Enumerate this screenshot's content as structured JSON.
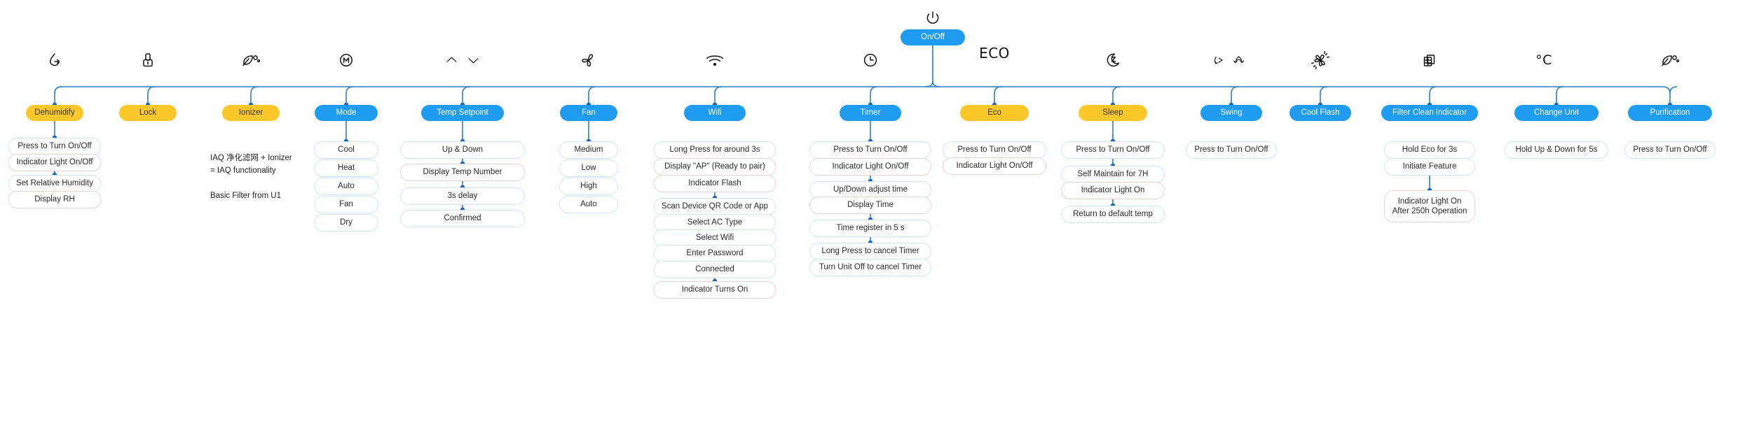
{
  "meta": {
    "root_label": "On/Off",
    "colors": {
      "blue": "#1f9bf0",
      "yellow": "#fbc72b",
      "wire": "#2b7fc4",
      "dot_blue": "#1565c0",
      "dot_green": "#2aa775",
      "border_blue": "#cfe4f5",
      "border_pink": "#f3cfcf",
      "border_green": "#cfead9",
      "text": "#2a2a2a"
    }
  },
  "notes": [
    {
      "id": "note-iaq",
      "text": "IAQ 净化滤网 + Ionizer\n= IAQ functionality"
    },
    {
      "id": "note-filter",
      "text": "Basic Filter from U1"
    }
  ],
  "branches": [
    {
      "id": "dehumidify",
      "label": "Dehumidify",
      "pill_color": "yellow",
      "icon": "humidity-icon",
      "steps": [
        {
          "label": "Press to Turn On/Off",
          "tone": "blue"
        },
        {
          "label": "Indicator Light On/Off",
          "tone": "pink"
        },
        {
          "label": "Set Relative Humidity",
          "tone": "blue"
        },
        {
          "label": "Display RH",
          "tone": "pink"
        }
      ]
    },
    {
      "id": "lock",
      "label": "Lock",
      "pill_color": "yellow",
      "icon": "lock-icon",
      "steps": []
    },
    {
      "id": "ionizer",
      "label": "Ionizer",
      "pill_color": "yellow",
      "icon": "leaf-ion-icon",
      "steps": []
    },
    {
      "id": "mode",
      "label": "Mode",
      "pill_color": "blue",
      "icon": "mode-m-icon",
      "steps": [
        {
          "label": "Cool",
          "tone": "blue"
        },
        {
          "label": "Heat",
          "tone": "blue"
        },
        {
          "label": "Auto",
          "tone": "blue"
        },
        {
          "label": "Fan",
          "tone": "blue"
        },
        {
          "label": "Dry",
          "tone": "blue"
        }
      ]
    },
    {
      "id": "temp-setpoint",
      "label": "Temp Setpoint",
      "pill_color": "blue",
      "icon": "chevron-up-down-icon",
      "steps": [
        {
          "label": "Up & Down",
          "tone": "blue"
        },
        {
          "label": "Display Temp Number",
          "tone": "pink"
        },
        {
          "label": "3s delay",
          "tone": "blue"
        },
        {
          "label": "Confirmed",
          "tone": "blue"
        }
      ]
    },
    {
      "id": "fan",
      "label": "Fan",
      "pill_color": "blue",
      "icon": "fan-icon",
      "steps": [
        {
          "label": "Medium",
          "tone": "blue"
        },
        {
          "label": "Low",
          "tone": "blue"
        },
        {
          "label": "High",
          "tone": "blue"
        },
        {
          "label": "Auto",
          "tone": "blue"
        }
      ]
    },
    {
      "id": "wifi",
      "label": "Wifi",
      "pill_color": "blue",
      "icon": "wifi-icon",
      "steps": [
        {
          "label": "Long Press for around 3s",
          "tone": "blue"
        },
        {
          "label": "Display \"AP\" (Ready to pair)",
          "tone": "pink"
        },
        {
          "label": "Indicator Flash",
          "tone": "pink"
        },
        {
          "label": "Scan Device QR Code or App",
          "tone": "green"
        },
        {
          "label": "Select AC Type",
          "tone": "green"
        },
        {
          "label": "Select Wifi",
          "tone": "green"
        },
        {
          "label": "Enter Password",
          "tone": "green"
        },
        {
          "label": "Connected",
          "tone": "green"
        },
        {
          "label": "Indicator Turns On",
          "tone": "pink"
        }
      ]
    },
    {
      "id": "timer",
      "label": "Timer",
      "pill_color": "blue",
      "icon": "clock-icon",
      "steps": [
        {
          "label": "Press to Turn On/Off",
          "tone": "blue"
        },
        {
          "label": "Indicator Light On/Off",
          "tone": "pink"
        },
        {
          "label": "Up/Down adjust time",
          "tone": "blue"
        },
        {
          "label": "Display Time",
          "tone": "pink"
        },
        {
          "label": "Time register in 5 s",
          "tone": "blue"
        },
        {
          "label": "Long Press to cancel Timer",
          "tone": "blue"
        },
        {
          "label": "Turn Unit Off to cancel Timer",
          "tone": "blue"
        }
      ]
    },
    {
      "id": "eco",
      "label": "Eco",
      "pill_color": "yellow",
      "icon": "eco-text-icon",
      "icon_text": "ECO",
      "steps": [
        {
          "label": "Press to Turn On/Off",
          "tone": "blue"
        },
        {
          "label": "Indicator Light On/Off",
          "tone": "pink"
        }
      ]
    },
    {
      "id": "sleep",
      "label": "Sleep",
      "pill_color": "yellow",
      "icon": "moon-z-icon",
      "steps": [
        {
          "label": "Press to Turn On/Off",
          "tone": "blue"
        },
        {
          "label": "Self Maintain for 7H",
          "tone": "blue"
        },
        {
          "label": "Indicator Light On",
          "tone": "pink"
        },
        {
          "label": "Return to default temp",
          "tone": "blue"
        }
      ]
    },
    {
      "id": "swing",
      "label": "Swing",
      "pill_color": "blue",
      "icon": "swing-icon",
      "steps": [
        {
          "label": "Press to Turn On/Off",
          "tone": "blue"
        }
      ]
    },
    {
      "id": "cool-flash",
      "label": "Cool Flash",
      "pill_color": "blue",
      "icon": "cool-flash-icon",
      "steps": []
    },
    {
      "id": "filter-clean-indicator",
      "label": "Filter Clean Indicator",
      "pill_color": "blue",
      "icon": "filter-icon",
      "steps": [
        {
          "label": "Hold Eco for 3s",
          "tone": "blue"
        },
        {
          "label": "Initiate Feature",
          "tone": "blue"
        },
        {
          "label": "Indicator Light On\nAfter 250h Operation",
          "tone": "pink",
          "two_line": true
        }
      ]
    },
    {
      "id": "change-unit",
      "label": "Change Unit",
      "pill_color": "blue",
      "icon": "celsius-icon",
      "icon_text": "°C",
      "steps": [
        {
          "label": "Hold Up & Down for 5s",
          "tone": "blue"
        }
      ]
    },
    {
      "id": "purification",
      "label": "Purification",
      "pill_color": "blue",
      "icon": "leaf-ion-icon",
      "steps": [
        {
          "label": "Press to Turn On/Off",
          "tone": "blue"
        }
      ]
    }
  ]
}
